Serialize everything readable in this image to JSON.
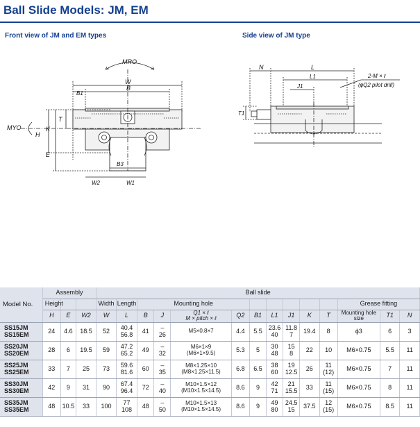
{
  "page": {
    "title": "Ball Slide Models: JM, EM",
    "front_view_label": "Front view of JM and EM types",
    "side_view_label": "Side view of JM type"
  },
  "front_view": {
    "dims": {
      "mro": "MRO",
      "myo": "MYO",
      "w": "W",
      "b": "B",
      "b1": "B1",
      "b3": "B3",
      "w2": "W2",
      "w1": "W1",
      "t": "T",
      "k": "K",
      "h": "H",
      "e": "E"
    }
  },
  "side_view": {
    "dims": {
      "n": "N",
      "l": "L",
      "l1": "L1",
      "j1": "J1",
      "t1": "T1",
      "note_line1": "2-M × ℓ",
      "note_line2": "(ϕQ2 pilot drill)"
    }
  },
  "table": {
    "group_headers": {
      "model_no": "Model No.",
      "assembly": "Assembly",
      "ball_slide": "Ball slide",
      "height": "Height",
      "width": "Width",
      "length": "Length",
      "mounting_hole": "Mounting hole",
      "grease_fitting": "Grease fitting",
      "q1_l": "Q1 × ℓ",
      "m_pitch": "M × pitch × ℓ",
      "mounting_hole_size": "Mounting hole size"
    },
    "symbols": {
      "h": "H",
      "e": "E",
      "w2": "W2",
      "w": "W",
      "l": "L",
      "b": "B",
      "j": "J",
      "q2": "Q2",
      "b1": "B1",
      "l1": "L1",
      "j1": "J1",
      "k": "K",
      "t": "T",
      "t1": "T1",
      "n": "N"
    },
    "rows": [
      {
        "model_a": "SS15JM",
        "model_b": "SS15EM",
        "h": "24",
        "e": "4.6",
        "w2": "18.5",
        "w": "52",
        "l_a": "40.4",
        "l_b": "56.8",
        "b": "41",
        "j_a": "–",
        "j_b": "26",
        "m_a": "M5×0.8×7",
        "m_b": "",
        "q2": "4.4",
        "b1": "5.5",
        "l1_a": "23.6",
        "l1_b": "40",
        "j1_a": "11.8",
        "j1_b": "7",
        "k": "19.4",
        "t": "8",
        "t_b": "",
        "hole": "ϕ3",
        "t1": "6",
        "n": "3"
      },
      {
        "model_a": "SS20JM",
        "model_b": "SS20EM",
        "h": "28",
        "e": "6",
        "w2": "19.5",
        "w": "59",
        "l_a": "47.2",
        "l_b": "65.2",
        "b": "49",
        "j_a": "–",
        "j_b": "32",
        "m_a": "M6×1×9",
        "m_b": "(M6×1×9.5)",
        "q2": "5.3",
        "b1": "5",
        "l1_a": "30",
        "l1_b": "48",
        "j1_a": "15",
        "j1_b": "8",
        "k": "22",
        "t": "10",
        "t_b": "",
        "hole": "M6×0.75",
        "t1": "5.5",
        "n": "11"
      },
      {
        "model_a": "SS25JM",
        "model_b": "SS25EM",
        "h": "33",
        "e": "7",
        "w2": "25",
        "w": "73",
        "l_a": "59.6",
        "l_b": "81.6",
        "b": "60",
        "j_a": "–",
        "j_b": "35",
        "m_a": "M8×1.25×10",
        "m_b": "(M8×1.25×11.5)",
        "q2": "6.8",
        "b1": "6.5",
        "l1_a": "38",
        "l1_b": "60",
        "j1_a": "19",
        "j1_b": "12.5",
        "k": "26",
        "t": "11",
        "t_b": "(12)",
        "hole": "M6×0.75",
        "t1": "7",
        "n": "11"
      },
      {
        "model_a": "SS30JM",
        "model_b": "SS30EM",
        "h": "42",
        "e": "9",
        "w2": "31",
        "w": "90",
        "l_a": "67.4",
        "l_b": "96.4",
        "b": "72",
        "j_a": "–",
        "j_b": "40",
        "m_a": "M10×1.5×12",
        "m_b": "(M10×1.5×14.5)",
        "q2": "8.6",
        "b1": "9",
        "l1_a": "42",
        "l1_b": "71",
        "j1_a": "21",
        "j1_b": "15.5",
        "k": "33",
        "t": "11",
        "t_b": "(15)",
        "hole": "M6×0.75",
        "t1": "8",
        "n": "11"
      },
      {
        "model_a": "SS35JM",
        "model_b": "SS35EM",
        "h": "48",
        "e": "10.5",
        "w2": "33",
        "w": "100",
        "l_a": "77",
        "l_b": "108",
        "b": "48",
        "j_a": "–",
        "j_b": "50",
        "m_a": "M10×1.5×13",
        "m_b": "(M10×1.5×14.5)",
        "q2": "8.6",
        "b1": "9",
        "l1_a": "49",
        "l1_b": "80",
        "j1_a": "24.5",
        "j1_b": "15",
        "k": "37.5",
        "t": "12",
        "t_b": "(15)",
        "hole": "M6×0.75",
        "t1": "8.5",
        "n": "11"
      }
    ]
  }
}
